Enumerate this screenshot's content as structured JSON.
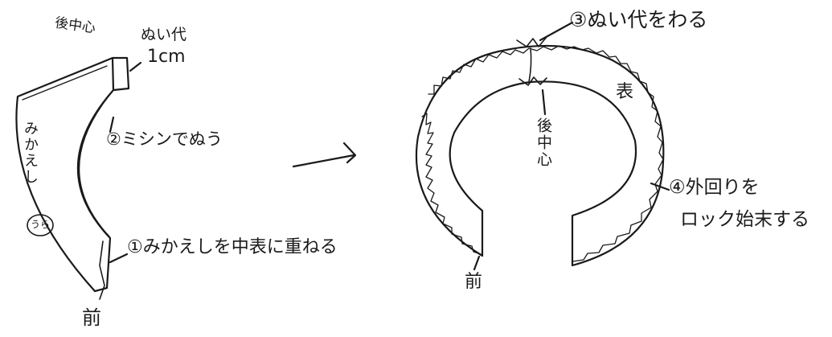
{
  "left_figure": {
    "back_center": "後中心",
    "seam_allowance": "ぬい代",
    "seam_width": "1cm",
    "step2": "②ミシンでぬう",
    "facing_vertical": "みかえし",
    "reverse_mark": "うら",
    "step1": "①みかえしを中表に重ねる",
    "front": "前"
  },
  "right_figure": {
    "step3": "③ぬい代をわる",
    "outer_side": "表",
    "back_center_vertical": "後中心",
    "step4_line1": "④外回りを",
    "step4_line2": "ロック始末する",
    "front": "前"
  },
  "colors": {
    "ink": "#1a1a1a",
    "paper": "#ffffff"
  }
}
